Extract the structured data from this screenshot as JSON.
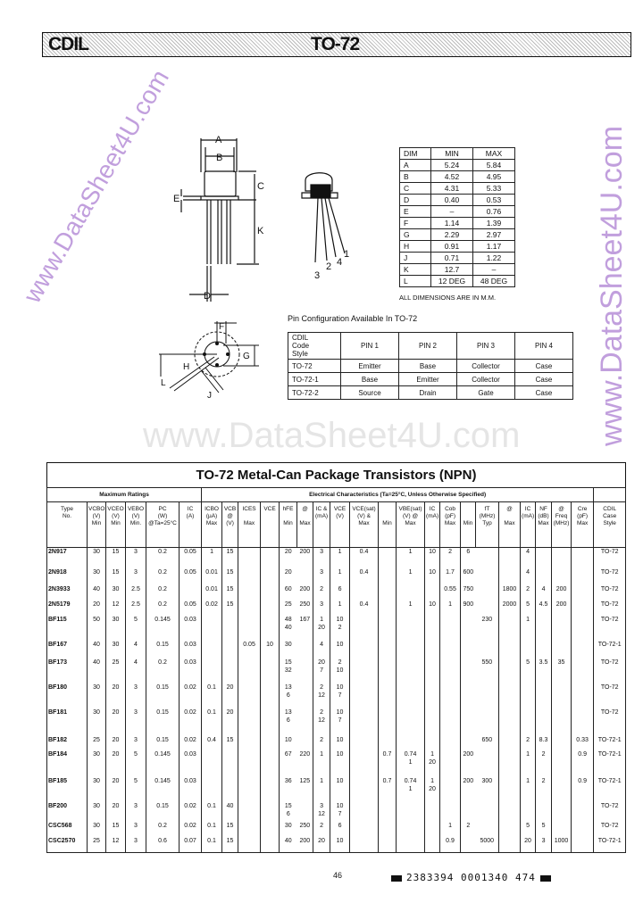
{
  "header": {
    "brand": "CDIL",
    "package": "TO-72"
  },
  "watermarks": [
    "www.DataSheet4U.com",
    "www.DataSheet4U.com",
    "www.DataSheet4U.com"
  ],
  "outline_labels": {
    "A": "A",
    "B": "B",
    "C": "C",
    "D": "D",
    "E": "E",
    "K": "K",
    "F": "F",
    "G": "G",
    "H": "H",
    "J": "J",
    "L": "L",
    "pins": [
      "1",
      "2",
      "3",
      "4"
    ]
  },
  "dimensions": {
    "headers": [
      "DIM",
      "MIN",
      "MAX"
    ],
    "rows": [
      [
        "A",
        "5.24",
        "5.84"
      ],
      [
        "B",
        "4.52",
        "4.95"
      ],
      [
        "C",
        "4.31",
        "5.33"
      ],
      [
        "D",
        "0.40",
        "0.53"
      ],
      [
        "E",
        "–",
        "0.76"
      ],
      [
        "F",
        "1.14",
        "1.39"
      ],
      [
        "G",
        "2.29",
        "2.97"
      ],
      [
        "H",
        "0.91",
        "1.17"
      ],
      [
        "J",
        "0.71",
        "1.22"
      ],
      [
        "K",
        "12.7",
        "–"
      ],
      [
        "L",
        "12 DEG",
        "48 DEG"
      ]
    ],
    "note": "ALL DIMENSIONS ARE IN M.M."
  },
  "pin_config": {
    "title": "Pin Configuration Available In TO-72",
    "headers": [
      "CDIL\nCode\nStyle",
      "PIN 1",
      "PIN 2",
      "PIN 3",
      "PIN 4"
    ],
    "rows": [
      [
        "TO-72",
        "Emitter",
        "Base",
        "Collector",
        "Case"
      ],
      [
        "TO-72-1",
        "Base",
        "Emitter",
        "Collector",
        "Case"
      ],
      [
        "TO-72-2",
        "Source",
        "Drain",
        "Gate",
        "Case"
      ]
    ]
  },
  "main_table": {
    "title": "TO-72 Metal-Can Package Transistors (NPN)",
    "group_max": "Maximum Ratings",
    "group_elec": "Electrical Characteristics (Ta=25°C, Unless Otherwise Specified)",
    "columns": [
      "Type\nNo.",
      "VCBO\n(V)\nMin",
      "VCEO\n(V)\nMin",
      "VEBO\n(V)\nMin.",
      "PC\n(W)\n@Ta=25°C",
      "IC\n(A)",
      "ICBO\n(µA)\nMax",
      "VCB\n@ (V)",
      "ICES\n\nMax",
      "VCE",
      "hFE\n\nMin",
      "@\n\nMax",
      "IC &\n(mA)",
      "VCE\n(V)",
      "VCE(sat)\n(V) &\nMax",
      "\n\nMin",
      "VBE(sat)\n(V) @\nMax",
      "IC\n(mA)",
      "Cob\n(pF)\nMax",
      "\n\nMin",
      "fT\n(MHz)\nTyp",
      "@\n\nMax",
      "IC\n(mA)",
      "NF\n(dB)\nMax",
      "@ Freq\n(MHz)",
      "Cre\n(pF)\nMax",
      "CDIL\nCase\nStyle"
    ],
    "rows": [
      [
        "2N917",
        "30",
        "15",
        "3",
        "0.2",
        "0.05",
        "1",
        "15",
        "",
        "",
        "20",
        "200",
        "3",
        "1",
        "0.4",
        "",
        "1",
        "10",
        "2",
        "6",
        "",
        "",
        "4",
        "",
        "",
        "",
        "TO-72"
      ],
      [
        "2N918",
        "30",
        "15",
        "3",
        "0.2",
        "0.05",
        "0.01",
        "15",
        "",
        "",
        "20",
        "",
        "3",
        "1",
        "0.4",
        "",
        "1",
        "10",
        "1.7",
        "600",
        "",
        "",
        "4",
        "",
        "",
        "",
        "TO-72"
      ],
      [
        "2N3933",
        "40",
        "30",
        "2.5",
        "0.2",
        "",
        "0.01",
        "15",
        "",
        "",
        "60",
        "200",
        "2",
        "6",
        "",
        "",
        "",
        "",
        "0.55",
        "750",
        "",
        "1800",
        "2",
        "4",
        "200",
        "",
        "TO-72"
      ],
      [
        "2N5179",
        "20",
        "12",
        "2.5",
        "0.2",
        "0.05",
        "0.02",
        "15",
        "",
        "",
        "25",
        "250",
        "3",
        "1",
        "0.4",
        "",
        "1",
        "10",
        "1",
        "900",
        "",
        "2000",
        "5",
        "4.5",
        "200",
        "",
        "TO-72"
      ],
      [
        "BF115",
        "50",
        "30",
        "5",
        "0.145",
        "0.03",
        "",
        "",
        "",
        "",
        "48\n40",
        "167",
        "1\n20",
        "10\n2",
        "",
        "",
        "",
        "",
        "",
        "",
        "230",
        "",
        "1",
        "",
        "",
        "",
        "TO-72"
      ],
      [
        "BF167",
        "40",
        "30",
        "4",
        "0.15",
        "0.03",
        "",
        "",
        "0.05",
        "10",
        "30",
        "",
        "4",
        "10",
        "",
        "",
        "",
        "",
        "",
        "",
        "",
        "",
        "",
        "",
        "",
        "",
        "TO-72-1"
      ],
      [
        "BF173",
        "40",
        "25",
        "4",
        "0.2",
        "0.03",
        "",
        "",
        "",
        "",
        "15\n32",
        "",
        "20\n7",
        "2\n10",
        "",
        "",
        "",
        "",
        "",
        "",
        "550",
        "",
        "5",
        "3.5",
        "35",
        "",
        "TO-72"
      ],
      [
        "BF180",
        "30",
        "20",
        "3",
        "0.15",
        "0.02",
        "0.1",
        "20",
        "",
        "",
        "13\n6",
        "",
        "2\n12",
        "10\n7",
        "",
        "",
        "",
        "",
        "",
        "",
        "",
        "",
        "",
        "",
        "",
        "",
        "TO-72"
      ],
      [
        "BF181",
        "30",
        "20",
        "3",
        "0.15",
        "0.02",
        "0.1",
        "20",
        "",
        "",
        "13\n6",
        "",
        "2\n12",
        "10\n7",
        "",
        "",
        "",
        "",
        "",
        "",
        "",
        "",
        "",
        "",
        "",
        "",
        "TO-72"
      ],
      [
        "BF182",
        "25",
        "20",
        "3",
        "0.15",
        "0.02",
        "0.4",
        "15",
        "",
        "",
        "10",
        "",
        "2",
        "10",
        "",
        "",
        "",
        "",
        "",
        "",
        "650",
        "",
        "2",
        "8.3",
        "",
        "0.33",
        "TO-72-1"
      ],
      [
        "BF184",
        "30",
        "20",
        "5",
        "0.145",
        "0.03",
        "",
        "",
        "",
        "",
        "67",
        "220",
        "1",
        "10",
        "",
        "0.7",
        "0.74\n1",
        "1\n20",
        "",
        "200",
        "",
        "",
        "1",
        "2",
        "",
        "0.9",
        "TO-72-1"
      ],
      [
        "BF185",
        "30",
        "20",
        "5",
        "0.145",
        "0.03",
        "",
        "",
        "",
        "",
        "36",
        "125",
        "1",
        "10",
        "",
        "0.7",
        "0.74\n1",
        "1\n20",
        "",
        "200",
        "300",
        "",
        "1",
        "2",
        "",
        "0.9",
        "TO-72-1"
      ],
      [
        "BF200",
        "30",
        "20",
        "3",
        "0.15",
        "0.02",
        "0.1",
        "40",
        "",
        "",
        "15\n6",
        "",
        "3\n12",
        "10\n7",
        "",
        "",
        "",
        "",
        "",
        "",
        "",
        "",
        "",
        "",
        "",
        "",
        "TO-72"
      ],
      [
        "CSC568",
        "30",
        "15",
        "3",
        "0.2",
        "0.02",
        "0.1",
        "15",
        "",
        "",
        "30",
        "250",
        "2",
        "6",
        "",
        "",
        "",
        "",
        "1",
        "2",
        "",
        "",
        "5",
        "5",
        "",
        "",
        "TO-72"
      ],
      [
        "CSC2570",
        "25",
        "12",
        "3",
        "0.6",
        "0.07",
        "0.1",
        "15",
        "",
        "",
        "40",
        "200",
        "20",
        "10",
        "",
        "",
        "",
        "",
        "0.9",
        "",
        "5000",
        "",
        "20",
        "3",
        "1000",
        "",
        "TO-72-1"
      ]
    ]
  },
  "footer": {
    "page": "46",
    "code": "2383394 0001340 474"
  }
}
